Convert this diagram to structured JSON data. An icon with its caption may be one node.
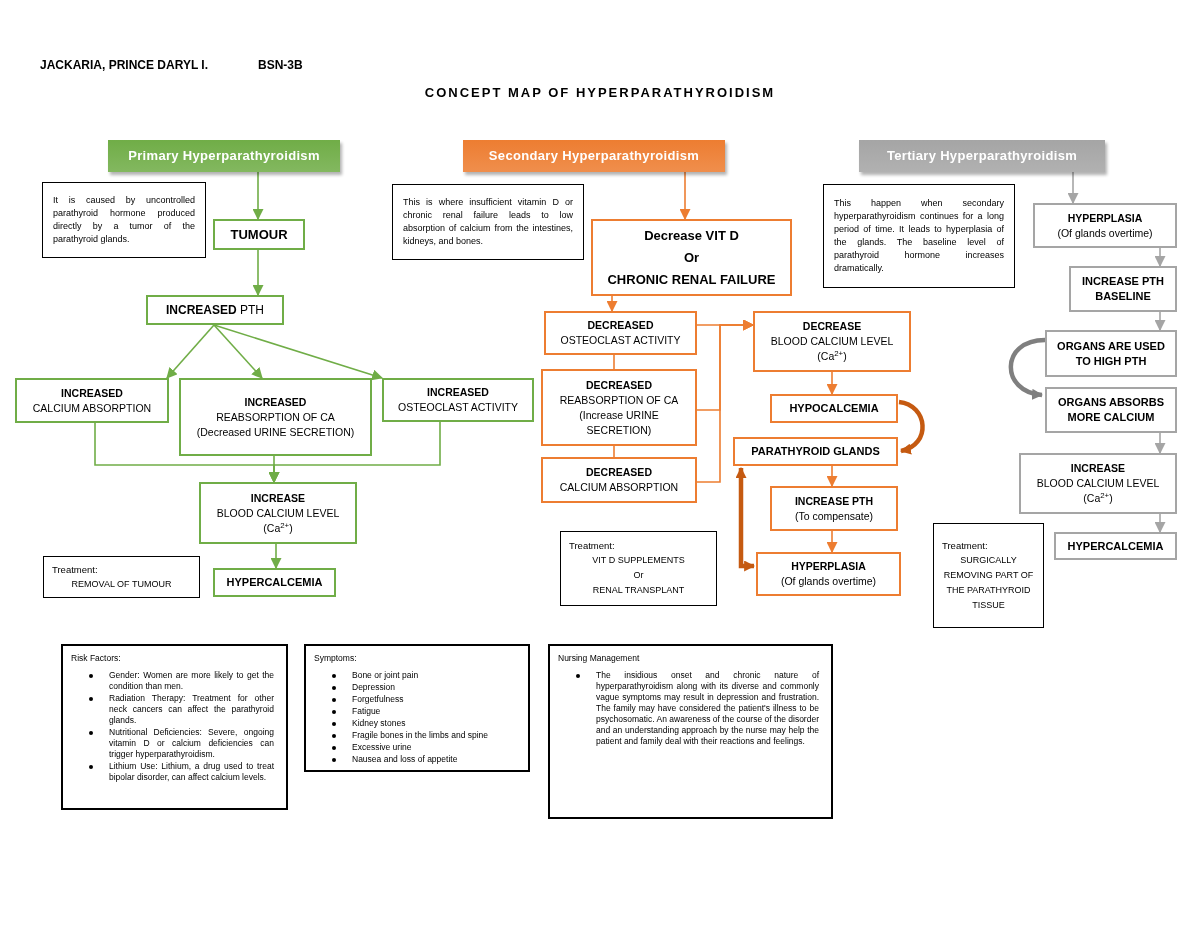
{
  "diagram": {
    "title": "CONCEPT MAP OF HYPERPARATHYROIDISM",
    "nodes": [
      {
        "text": [
          "Primary Hyperparathyroidism"
        ]
      },
      {
        "text": [
          "It is caused by uncontrolled parathyroid hormone produced directly by a tumor of the parathyroid glands."
        ]
      },
      {
        "text": [
          "TUMOUR"
        ]
      },
      {
        "text": [
          "**INCREASED** PTH"
        ]
      },
      {
        "text": [
          "INCREASED",
          "CALCIUM ABSORPTION"
        ]
      },
      {
        "text": [
          "INCREASED",
          "REABSORPTION OF CA",
          "(Decreased URINE SECRETION)"
        ]
      },
      {
        "text": [
          "INCREASED",
          "OSTEOCLAST ACTIVITY"
        ]
      },
      {
        "text": [
          "INCREASE",
          "BLOOD CALCIUM LEVEL",
          "(Ca$^{2+}$)"
        ]
      },
      {
        "text": [
          "Treatment:",
          "REMOVAL OF TUMOUR"
        ]
      },
      {
        "text": [
          "HYPERCALCEMIA"
        ]
      },
      {
        "text": [
          "Secondary Hyperparathyroidism"
        ]
      },
      {
        "text": [
          "This is where insufficient vitamin D or chronic renal failure leads to low absorption of calcium from the intestines, kidneys, and bones."
        ]
      },
      {
        "text": [
          "Decrease VIT D",
          "Or",
          "CHRONIC RENAL FAILURE"
        ]
      },
      {
        "text": [
          "DECREASED",
          "OSTEOCLAST ACTIVITY"
        ]
      },
      {
        "text": [
          "DECREASED",
          "REABSORPTION OF CA",
          "(Increase URINE SECRETION)"
        ]
      },
      {
        "text": [
          "DECREASED",
          "CALCIUM ABSORPTION"
        ]
      },
      {
        "text": [
          "DECREASE",
          "BLOOD CALCIUM LEVEL",
          "(Ca$^{2+}$)"
        ]
      },
      {
        "text": [
          "HYPOCALCEMIA"
        ]
      },
      {
        "text": [
          "PARATHYROID GLANDS"
        ]
      },
      {
        "text": [
          "INCREASE PTH",
          "(To compensate)"
        ]
      },
      {
        "text": [
          "Treatment:",
          "VIT D SUPPLEMENTS",
          "Or",
          "RENAL TRANSPLANT"
        ]
      },
      {
        "text": [
          "HYPERPLASIA",
          "(Of glands overtime)"
        ]
      },
      {
        "text": [
          "Tertiary Hyperparathyroidism"
        ]
      },
      {
        "text": [
          "This happen when secondary hyperparathyroidism continues for a long period of time. It leads to hyperplasia of the glands. The baseline level of parathyroid hormone increases dramatically."
        ]
      },
      {
        "text": [
          "HYPERPLASIA",
          "(Of glands overtime)"
        ]
      },
      {
        "text": [
          "INCREASE PTH BASELINE"
        ]
      },
      {
        "text": [
          "ORGANS ARE USED TO HIGH PTH"
        ]
      },
      {
        "text": [
          "ORGANS ABSORBS MORE CALCIUM"
        ]
      },
      {
        "text": [
          "INCREASE",
          "BLOOD CALCIUM LEVEL",
          "(Ca$^{2+}$)"
        ]
      },
      {
        "text": [
          "Treatment:",
          "SURGICALLY REMOVING PART OF THE PARATHYROID TISSUE"
        ]
      },
      {
        "text": [
          "HYPERCALCEMIA"
        ]
      },
      {
        "text": [
          "Risk Factors:",
          "Gender: Women are more likely to get the condition than men.",
          "Radiation Therapy: Treatment for other neck cancers can affect the parathyroid glands.",
          "Nutritional Deficiencies: Severe, ongoing vitamin D or calcium deficiencies can trigger hyperparathyroidism.",
          "Lithium Use: Lithium, a drug used to treat bipolar disorder, can affect calcium levels."
        ]
      },
      {
        "text": [
          "Symptoms:",
          "Bone or joint pain",
          "Depression",
          "Forgetfulness",
          "Fatigue",
          "Kidney stones",
          "Fragile bones in the limbs and spine",
          "Excessive urine",
          "Nausea and loss of appetite"
        ]
      },
      {
        "text": [
          "Nursing Management",
          "The insidious onset and chronic nature of hyperparathyroidism along with its diverse and commonly vague symptoms may result in depression and frustration. The family may have considered the patient's illness to be psychosomatic. An awareness of the course of the disorder and an understanding approach by the nurse may help the patient and family deal with their reactions and feelings."
        ]
      }
    ],
    "edges": [
      {
        "from": 0,
        "to": 2,
        "arrow": "to",
        "color": "#70ad47"
      },
      {
        "from": 2,
        "to": 3,
        "arrow": "to",
        "color": "#70ad47"
      },
      {
        "from": 3,
        "to": 4,
        "arrow": "to",
        "color": "#70ad47"
      },
      {
        "from": 3,
        "to": 5,
        "arrow": "to",
        "color": "#70ad47"
      },
      {
        "from": 3,
        "to": 6,
        "arrow": "to",
        "color": "#70ad47"
      },
      {
        "from": 4,
        "to": 7,
        "arrow": "to",
        "color": "#70ad47"
      },
      {
        "from": 5,
        "to": 7,
        "arrow": "to",
        "color": "#70ad47"
      },
      {
        "from": 6,
        "to": 7,
        "arrow": "to",
        "color": "#70ad47"
      },
      {
        "from": 7,
        "to": 9,
        "arrow": "to",
        "color": "#70ad47"
      },
      {
        "from": 10,
        "to": 12,
        "arrow": "to",
        "color": "#ed7d31"
      },
      {
        "from": 12,
        "to": 13,
        "arrow": "to",
        "color": "#ed7d31"
      },
      {
        "from": 13,
        "to": 14,
        "arrow": "none",
        "color": "#ed7d31"
      },
      {
        "from": 14,
        "to": 15,
        "arrow": "none",
        "color": "#ed7d31"
      },
      {
        "from": 13,
        "to": 16,
        "arrow": "to",
        "color": "#ed7d31"
      },
      {
        "from": 14,
        "to": 16,
        "arrow": "to",
        "color": "#ed7d31"
      },
      {
        "from": 15,
        "to": 16,
        "arrow": "to",
        "color": "#ed7d31"
      },
      {
        "from": 16,
        "to": 17,
        "arrow": "to",
        "color": "#ed7d31"
      },
      {
        "from": 17,
        "to": 18,
        "arrow": "to",
        "style": "thick",
        "color": "#c55a11"
      },
      {
        "from": 18,
        "to": 19,
        "arrow": "to",
        "color": "#ed7d31"
      },
      {
        "from": 19,
        "to": 21,
        "arrow": "to",
        "color": "#ed7d31"
      },
      {
        "from": 18,
        "to": 21,
        "arrow": "both",
        "style": "thick",
        "color": "#c55a11"
      },
      {
        "from": 22,
        "to": 24,
        "arrow": "to",
        "color": "#a5a5a5"
      },
      {
        "from": 24,
        "to": 25,
        "arrow": "to",
        "color": "#a5a5a5"
      },
      {
        "from": 25,
        "to": 26,
        "arrow": "to",
        "color": "#a5a5a5"
      },
      {
        "from": 26,
        "to": 27,
        "arrow": "to",
        "style": "thick",
        "color": "#7f7f7f"
      },
      {
        "from": 27,
        "to": 28,
        "arrow": "to",
        "color": "#a5a5a5"
      },
      {
        "from": 28,
        "to": 30,
        "arrow": "to",
        "color": "#a5a5a5"
      }
    ],
    "labels": [
      "JACKARIA, PRINCE DARYL I.",
      "BSN-3B"
    ]
  }
}
